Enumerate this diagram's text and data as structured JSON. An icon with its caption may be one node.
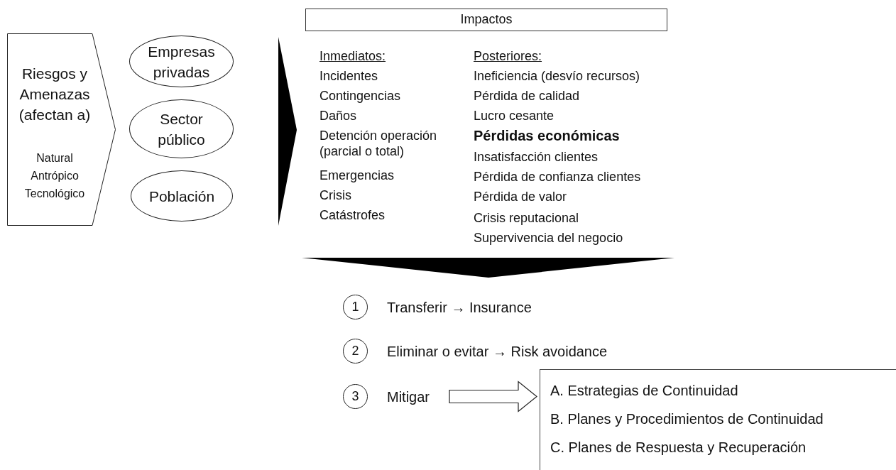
{
  "diagram": {
    "nodes": [
      {
        "text": [
          "Riesgos y Amenazas (afectan a)",
          "Natural",
          "Antrópico",
          "Tecnológico"
        ]
      },
      {
        "text": [
          "Empresas privadas"
        ]
      },
      {
        "text": [
          "Sector público"
        ]
      },
      {
        "text": [
          "Población"
        ]
      },
      {
        "text": [
          "Impactos"
        ]
      },
      {
        "text": [
          "1"
        ],
        "beside": [
          "Transferir → Insurance"
        ]
      },
      {
        "text": [
          "2"
        ],
        "beside": [
          "Eliminar o evitar → Risk avoidance"
        ]
      },
      {
        "text": [
          "3"
        ],
        "beside": [
          "Mitigar"
        ]
      },
      {
        "text": [
          "A. Estrategias de Continuidad",
          "B. Planes y Procedimientos de Continuidad",
          "C. Planes de Respuesta y Recuperación"
        ]
      }
    ],
    "edges": [
      {
        "from": 7,
        "to": 8,
        "arrow": "to"
      }
    ],
    "labels": [
      "Inmediatos:",
      "Incidentes",
      "Contingencias",
      "Daños",
      "Detención operación (parcial o total)",
      "Emergencias",
      "Crisis",
      "Catástrofes",
      "Posteriores:",
      "Ineficiencia (desvío recursos)",
      "Pérdida de calidad",
      "Lucro cesante",
      "Pérdidas económicas",
      "Insatisfacción clientes",
      "Pérdida de confianza clientes",
      "Pérdida de valor",
      "Crisis reputacional",
      "Supervivencia del negocio"
    ]
  }
}
